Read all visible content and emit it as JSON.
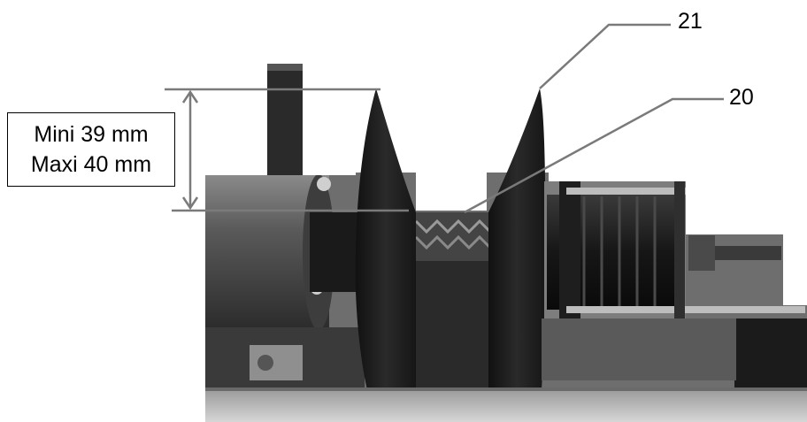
{
  "dimension_label": {
    "min_text": "Mini 39 mm",
    "max_text": "Maxi 40 mm"
  },
  "callouts": [
    {
      "number": "21"
    },
    {
      "number": "20"
    }
  ],
  "colors": {
    "background": "#ffffff",
    "leader_line": "#7a7a7a",
    "text": "#000000"
  }
}
